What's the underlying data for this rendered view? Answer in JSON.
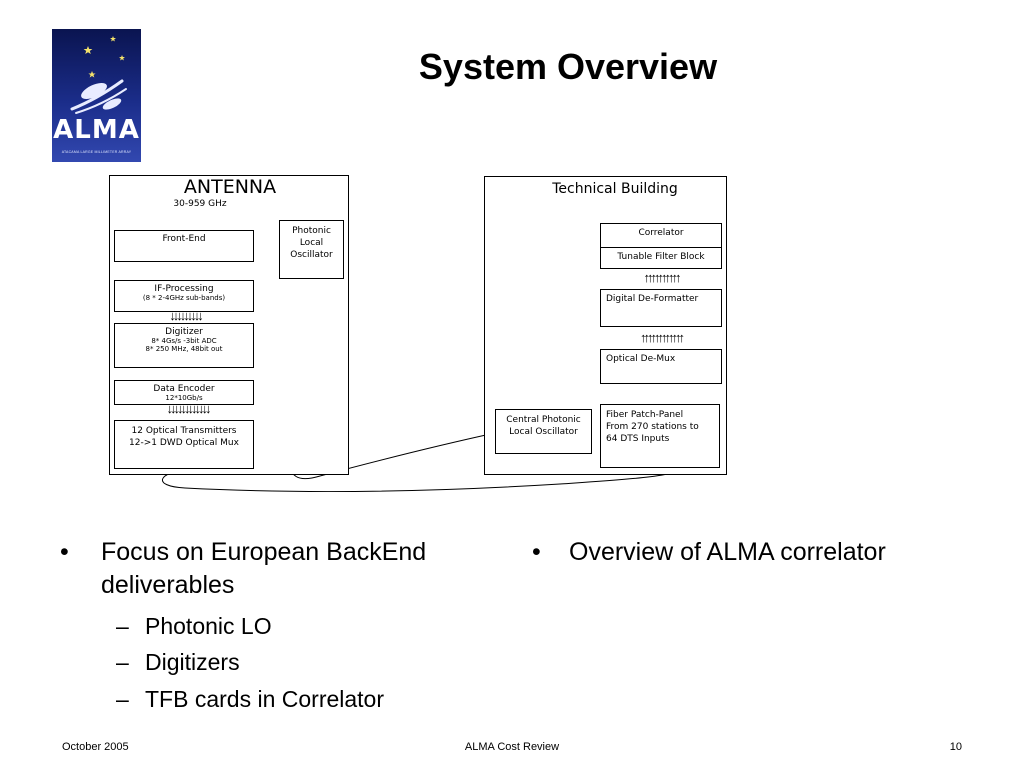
{
  "logo": {
    "text": "ALMA",
    "subtitle": "ATACAMA LARGE MILLIMETER ARRAY"
  },
  "slide": {
    "title": "System Overview"
  },
  "diagram": {
    "antenna": {
      "title": "ANTENNA",
      "freq": "30-959 GHz",
      "front_end": "Front-End",
      "photonic_lo": [
        "Photonic",
        "Local",
        "Oscillator"
      ],
      "if_processing": [
        "IF-Processing",
        "(8 * 2-4GHz sub-bands)"
      ],
      "digitizer": [
        "Digitizer",
        "8* 4Gs/s -3bit ADC",
        "8* 250 MHz, 48bit out"
      ],
      "data_encoder": [
        "Data Encoder",
        "12*10Gb/s"
      ],
      "optical_tx": [
        "12 Optical Transmitters",
        "12->1 DWD Optical Mux"
      ]
    },
    "technical_building": {
      "title": "Technical Building",
      "correlator": "Correlator",
      "tfb": "Tunable Filter Block",
      "deformatter": "Digital De-Formatter",
      "demux": "Optical De-Mux",
      "patch_panel": [
        "Fiber Patch-Panel",
        "From 270 stations to",
        "64 DTS Inputs"
      ],
      "central_lo": [
        "Central Photonic",
        "Local Oscillator"
      ]
    }
  },
  "bullets": {
    "left": {
      "mark": "•",
      "text_line1": "Focus on European BackEnd",
      "text_line2": "deliverables",
      "sub_mark": "–",
      "sub": [
        "Photonic LO",
        "Digitizers",
        "TFB cards in Correlator"
      ]
    },
    "right": {
      "mark": "•",
      "text": "Overview of ALMA correlator"
    }
  },
  "footer": {
    "date": "October 2005",
    "center": "ALMA Cost Review",
    "page": "10"
  },
  "colors": {
    "logo_bg": "#1b2d8a",
    "text": "#000000",
    "background": "#ffffff"
  }
}
